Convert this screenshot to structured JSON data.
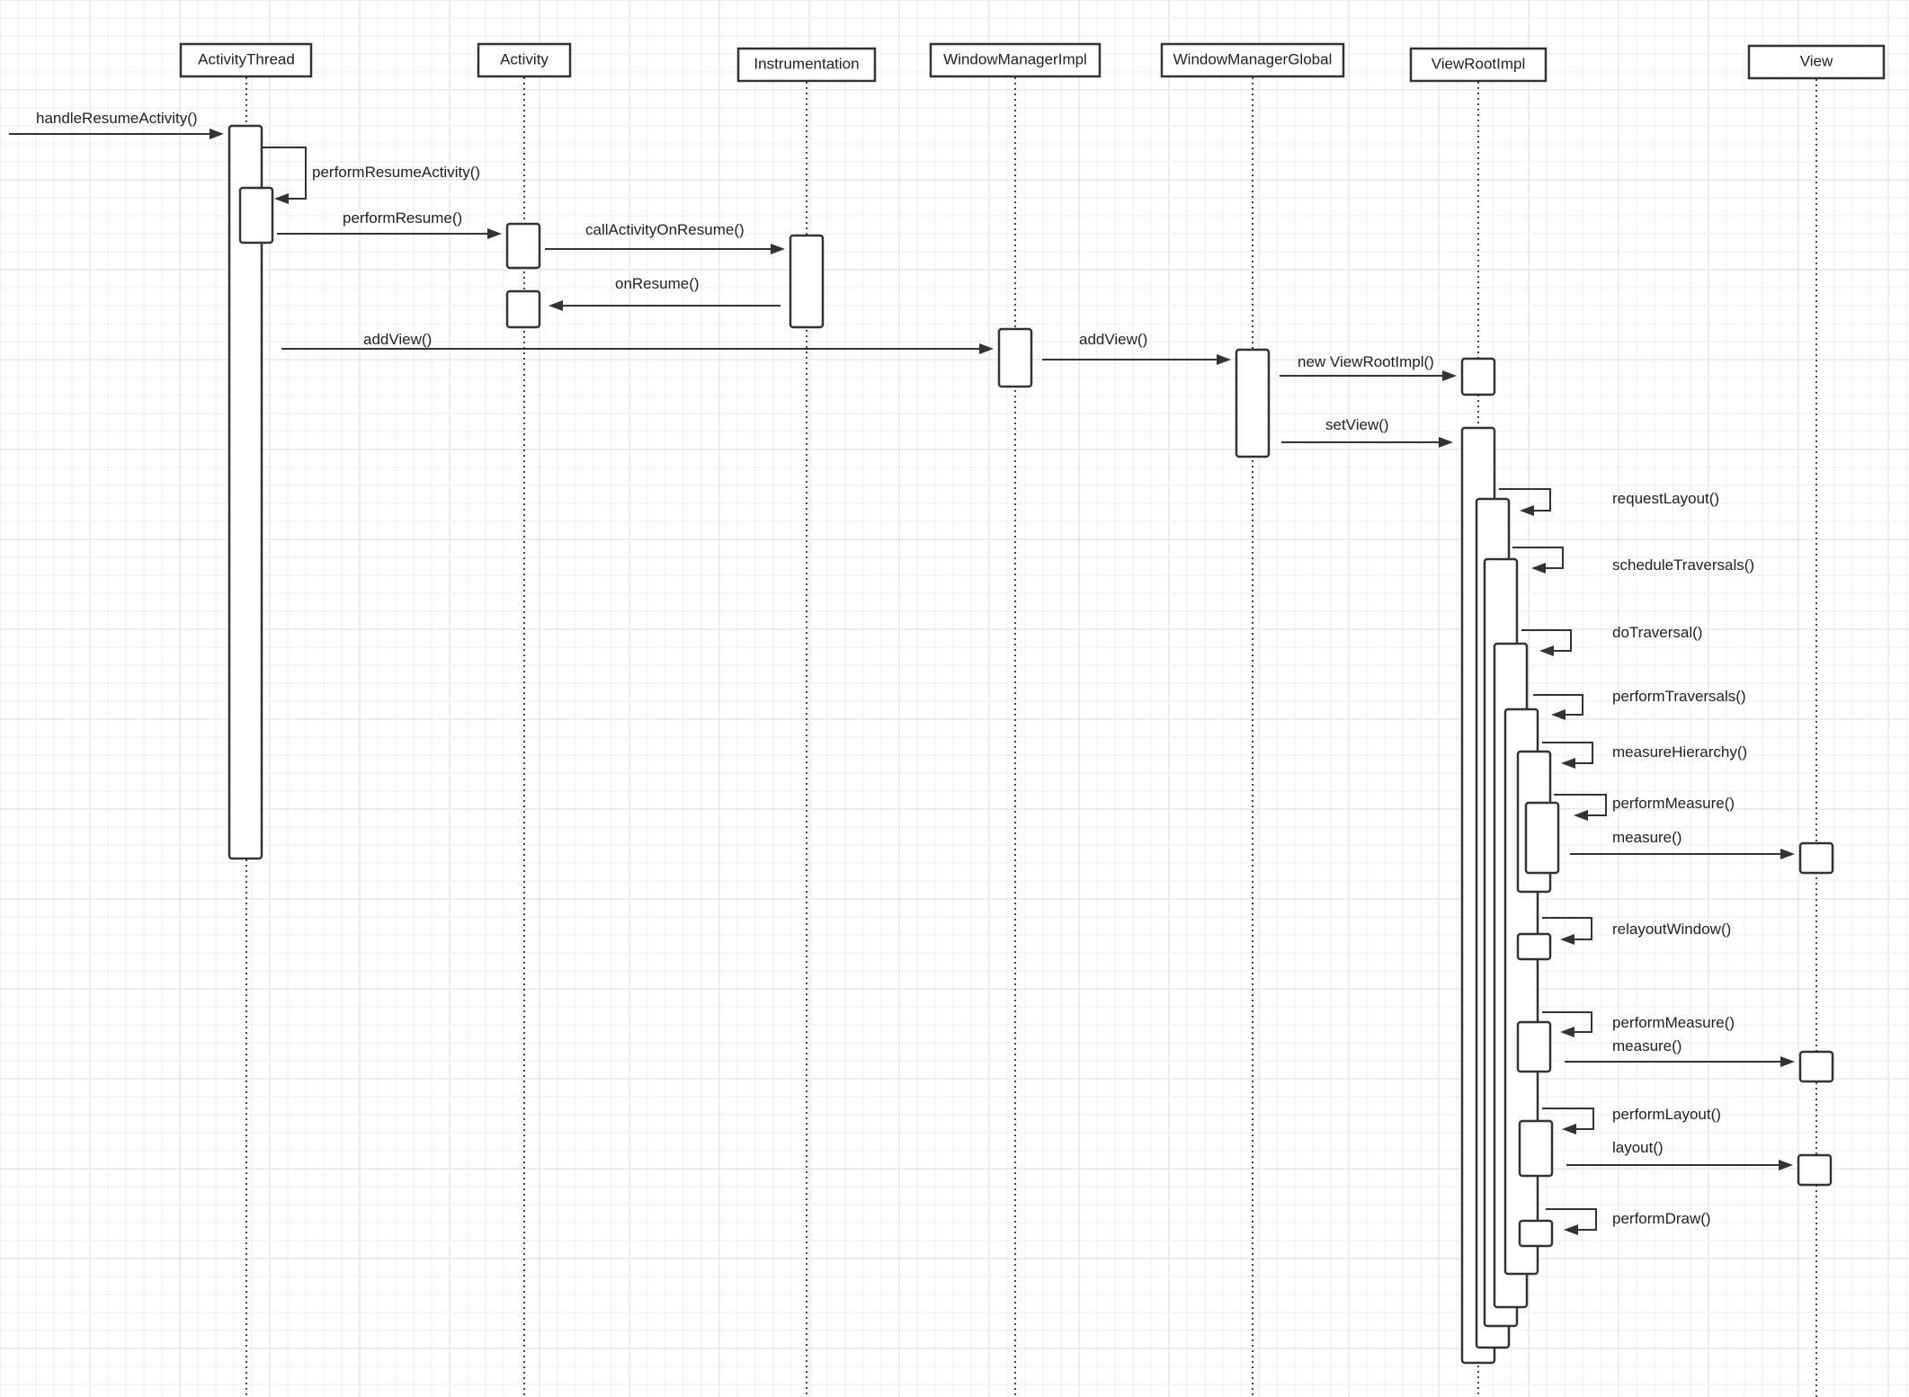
{
  "participants": [
    {
      "id": "at",
      "label": "ActivityThread"
    },
    {
      "id": "act",
      "label": "Activity"
    },
    {
      "id": "ins",
      "label": "Instrumentation"
    },
    {
      "id": "wmi",
      "label": "WindowManagerImpl"
    },
    {
      "id": "wmg",
      "label": "WindowManagerGlobal"
    },
    {
      "id": "vri",
      "label": "ViewRootImpl"
    },
    {
      "id": "view",
      "label": "View"
    }
  ],
  "messages": [
    {
      "id": "m_handleResume",
      "label": "handleResumeActivity()",
      "from": "external",
      "to": "at",
      "type": "call"
    },
    {
      "id": "m_performResumeActivity",
      "label": "performResumeActivity()",
      "from": "at",
      "to": "at",
      "type": "self"
    },
    {
      "id": "m_performResume",
      "label": "performResume()",
      "from": "at",
      "to": "act",
      "type": "call"
    },
    {
      "id": "m_callActivityOnResume",
      "label": "callActivityOnResume()",
      "from": "act",
      "to": "ins",
      "type": "call"
    },
    {
      "id": "m_onResume",
      "label": "onResume()",
      "from": "ins",
      "to": "act",
      "type": "call"
    },
    {
      "id": "m_addView1",
      "label": "addView()",
      "from": "at",
      "to": "wmi",
      "type": "call"
    },
    {
      "id": "m_addView2",
      "label": "addView()",
      "from": "wmi",
      "to": "wmg",
      "type": "call"
    },
    {
      "id": "m_newViewRootImpl",
      "label": "new ViewRootImpl()",
      "from": "wmg",
      "to": "vri",
      "type": "call"
    },
    {
      "id": "m_setView",
      "label": "setView()",
      "from": "wmg",
      "to": "vri",
      "type": "call"
    },
    {
      "id": "m_requestLayout",
      "label": "requestLayout()",
      "from": "vri",
      "to": "vri",
      "type": "self"
    },
    {
      "id": "m_scheduleTraversals",
      "label": "scheduleTraversals()",
      "from": "vri",
      "to": "vri",
      "type": "self"
    },
    {
      "id": "m_doTraversal",
      "label": "doTraversal()",
      "from": "vri",
      "to": "vri",
      "type": "self"
    },
    {
      "id": "m_performTraversals",
      "label": "performTraversals()",
      "from": "vri",
      "to": "vri",
      "type": "self"
    },
    {
      "id": "m_measureHierarchy",
      "label": "measureHierarchy()",
      "from": "vri",
      "to": "vri",
      "type": "self"
    },
    {
      "id": "m_performMeasure1",
      "label": "performMeasure()",
      "from": "vri",
      "to": "vri",
      "type": "self"
    },
    {
      "id": "m_measure1",
      "label": "measure()",
      "from": "vri",
      "to": "view",
      "type": "call"
    },
    {
      "id": "m_relayoutWindow",
      "label": "relayoutWindow()",
      "from": "vri",
      "to": "vri",
      "type": "self"
    },
    {
      "id": "m_performMeasure2",
      "label": "performMeasure()",
      "from": "vri",
      "to": "vri",
      "type": "self"
    },
    {
      "id": "m_measure2",
      "label": "measure()",
      "from": "vri",
      "to": "view",
      "type": "call"
    },
    {
      "id": "m_performLayout",
      "label": "performLayout()",
      "from": "vri",
      "to": "vri",
      "type": "self"
    },
    {
      "id": "m_layout",
      "label": "layout()",
      "from": "vri",
      "to": "view",
      "type": "call"
    },
    {
      "id": "m_performDraw",
      "label": "performDraw()",
      "from": "vri",
      "to": "vri",
      "type": "self"
    }
  ]
}
